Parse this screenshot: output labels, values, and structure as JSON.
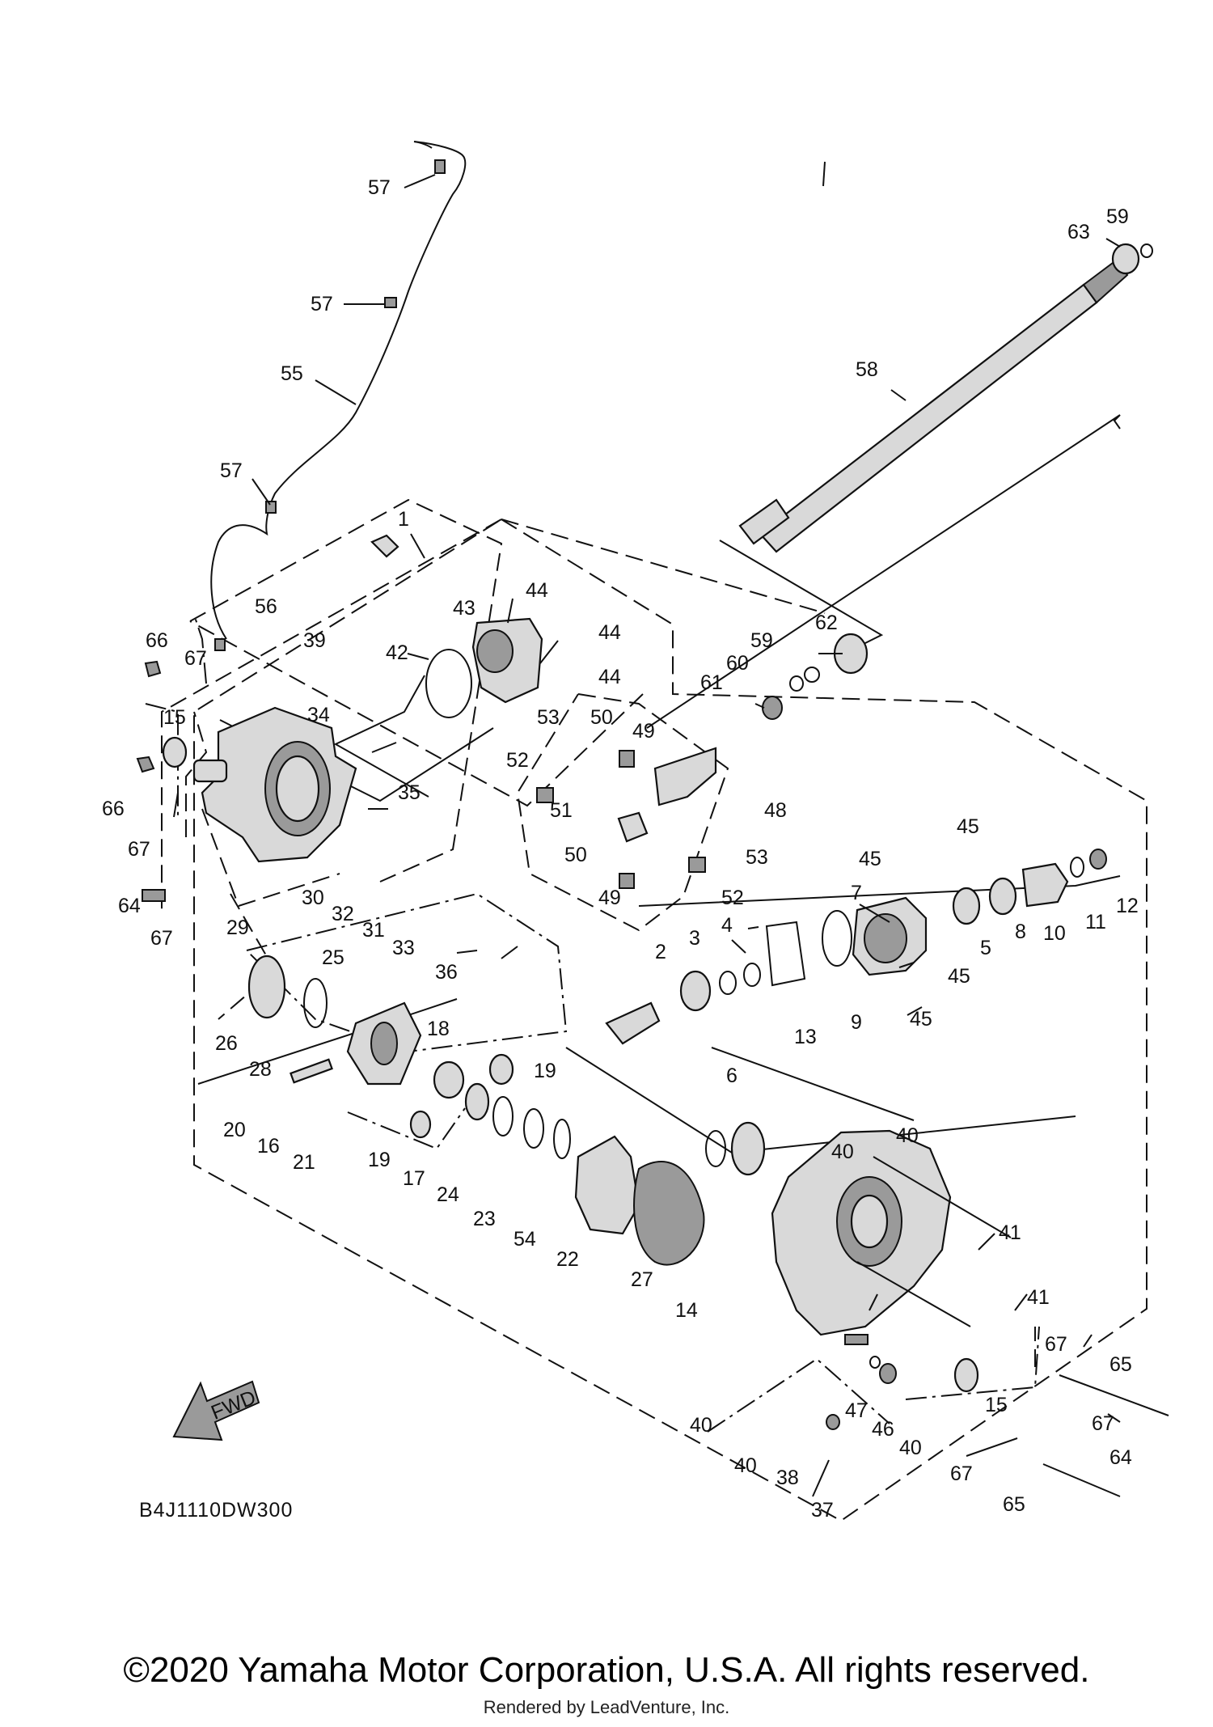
{
  "diagram_code": "B4J1110DW300",
  "direction_marker": "FWD",
  "copyright": "©2020 Yamaha Motor Corporation, U.S.A. All rights reserved.",
  "rendered_by": "Rendered by LeadVenture, Inc.",
  "callouts": {
    "c57a": "57",
    "c57b": "57",
    "c55": "55",
    "c57c": "57",
    "c1": "1",
    "c43": "43",
    "c44a": "44",
    "c44b": "44",
    "c44c": "44",
    "c42": "42",
    "c56": "56",
    "c39": "39",
    "c66a": "66",
    "c67a": "67",
    "c34": "34",
    "c15a": "15",
    "c66b": "66",
    "c67b": "67",
    "c64a": "64",
    "c67c": "67",
    "c35": "35",
    "c53a": "53",
    "c50a": "50",
    "c49a": "49",
    "c52a": "52",
    "c51": "51",
    "c50b": "50",
    "c49b": "49",
    "c53b": "53",
    "c52b": "52",
    "c48": "48",
    "c62": "62",
    "c59a": "59",
    "c60": "60",
    "c61": "61",
    "c58": "58",
    "c63": "63",
    "c59b": "59",
    "c45a": "45",
    "c45b": "45",
    "c7": "7",
    "c10": "10",
    "c11": "11",
    "c12": "12",
    "c5": "5",
    "c8": "8",
    "c45c": "45",
    "c45d": "45",
    "c9": "9",
    "c13": "13",
    "c4": "4",
    "c3": "3",
    "c2": "2",
    "c30": "30",
    "c32": "32",
    "c31": "31",
    "c33": "33",
    "c29": "29",
    "c36": "36",
    "c25": "25",
    "c26": "26",
    "c28": "28",
    "c18": "18",
    "c19a": "19",
    "c20": "20",
    "c16": "16",
    "c21": "21",
    "c19b": "19",
    "c17": "17",
    "c24": "24",
    "c23": "23",
    "c54": "54",
    "c22": "22",
    "c6": "6",
    "c27": "27",
    "c14": "14",
    "c40a": "40",
    "c40b": "40",
    "c41a": "41",
    "c41b": "41",
    "c67d": "67",
    "c65a": "65",
    "c15b": "15",
    "c67e": "67",
    "c64b": "64",
    "c47": "47",
    "c46": "46",
    "c40c": "40",
    "c40d": "40",
    "c40e": "40",
    "c38": "38",
    "c37": "37",
    "c67f": "67",
    "c65b": "65"
  }
}
